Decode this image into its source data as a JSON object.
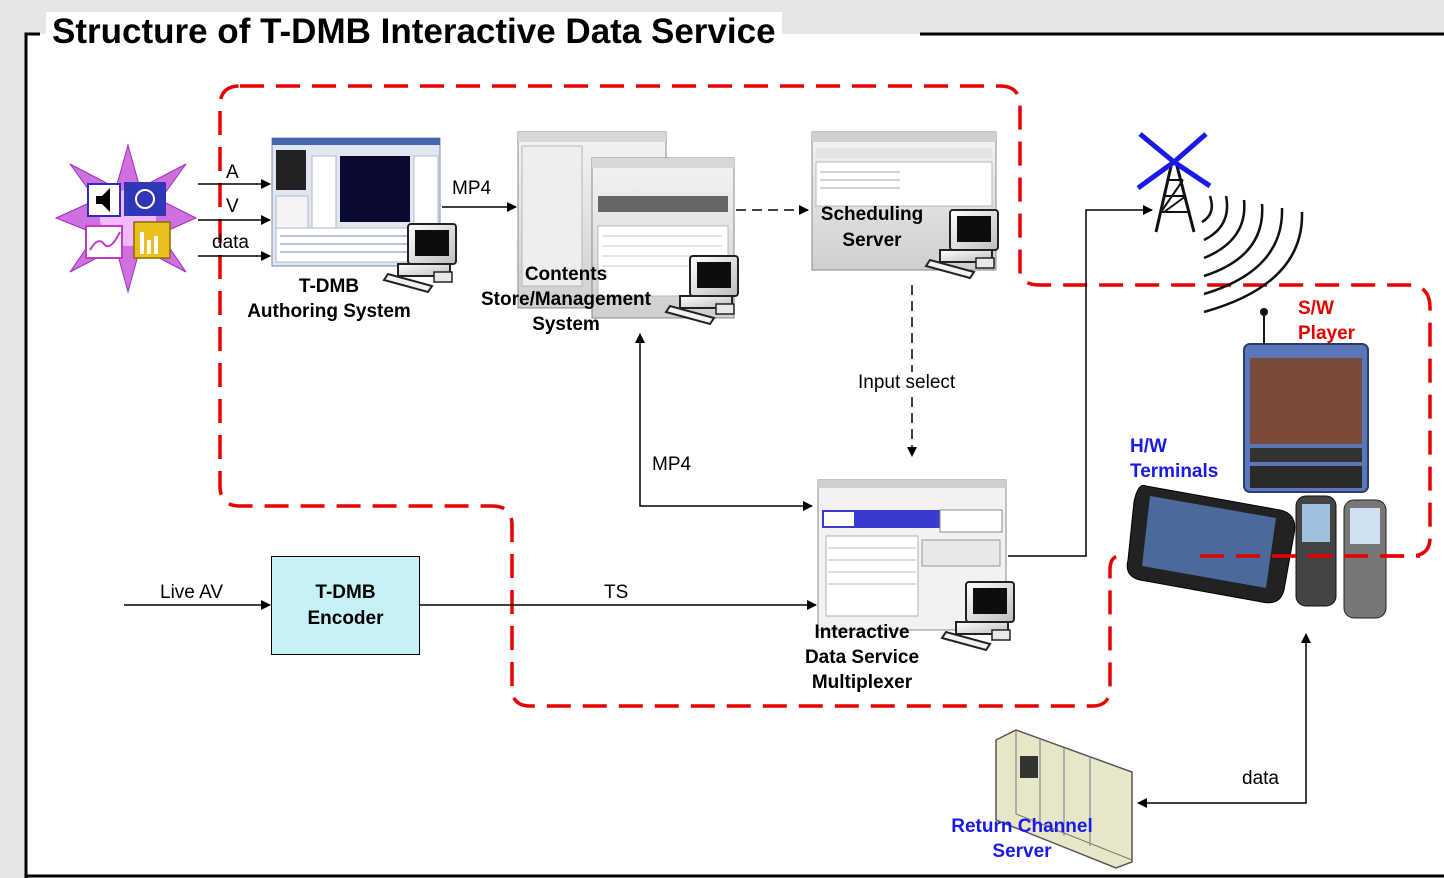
{
  "title": "Structure of T-DMB Interactive Data Service",
  "inputs": {
    "a": "A",
    "v": "V",
    "data": "data"
  },
  "authoring": {
    "line1": "T-DMB",
    "line2": "Authoring System"
  },
  "contents": {
    "line1": "Contents",
    "line2": "Store/Management",
    "line3": "System"
  },
  "scheduling": {
    "line1": "Scheduling",
    "line2": "Server"
  },
  "multiplexer": {
    "line1": "Interactive",
    "line2": "Data Service",
    "line3": "Multiplexer"
  },
  "encoder": {
    "line1": "T-DMB",
    "line2": "Encoder"
  },
  "return_channel": {
    "line1": "Return Channel",
    "line2": "Server"
  },
  "sw_player": {
    "line1": "S/W",
    "line2": "Player"
  },
  "hw_terminals": {
    "line1": "H/W",
    "line2": "Terminals"
  },
  "flows": {
    "mp4_top": "MP4",
    "mp4_left": "MP4",
    "input_select": "Input select",
    "live_av": "Live AV",
    "ts": "TS",
    "data_return": "data"
  },
  "colors": {
    "dashed_boundary": "#e60000",
    "encoder_fill": "#c6f1f5",
    "background": "#e6e6e6",
    "panel": "#ffffff",
    "blue_label": "#1a1ae6",
    "red_label": "#e60000"
  },
  "icons": [
    "media-source-star-icon",
    "computer-icon",
    "broadcast-tower-icon",
    "radio-waves-icon",
    "mobile-phone-icon",
    "server-rack-icon",
    "screenshot-window-icon"
  ]
}
